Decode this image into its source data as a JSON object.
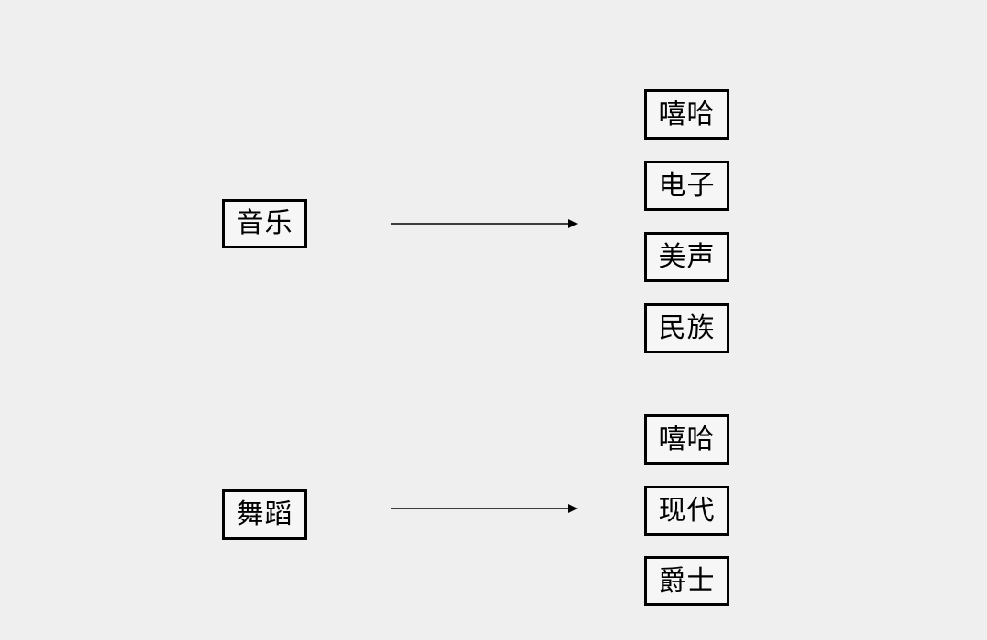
{
  "groups": [
    {
      "category": "音乐",
      "subcategories": [
        "嘻哈",
        "电子",
        "美声",
        "民族"
      ]
    },
    {
      "category": "舞蹈",
      "subcategories": [
        "嘻哈",
        "现代",
        "爵士"
      ]
    }
  ]
}
